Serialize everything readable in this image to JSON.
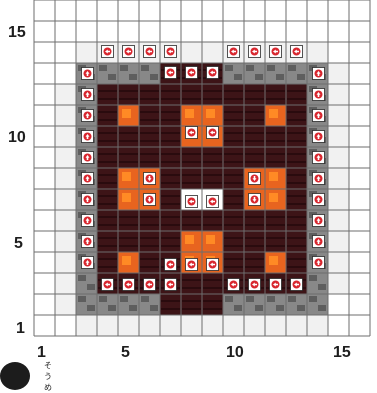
{
  "grid": {
    "x_labels": [
      "1",
      "5",
      "10",
      "15"
    ],
    "y_labels": [
      "15",
      "10",
      "5",
      "1"
    ]
  },
  "legend": {
    "furigana": "そう め"
  },
  "colors": {
    "grid_line": "#6d6d6d",
    "grid_bg": "#ffffff",
    "outer_ring": "#f1f1f1",
    "stone": "#888888",
    "stone_dark": "#5e5e5e",
    "nether": "#3d1417",
    "nether_dark": "#2a0b0e",
    "lava": "#e8641f",
    "lava_bright": "#ff8a25",
    "marker_bg": "#ffffff",
    "marker_border": "#2a2a2a",
    "marker_circle": "#d8262e"
  },
  "icons": {
    "marker_up": "arrow-up-icon",
    "marker_right": "arrow-right-icon",
    "marker_left": "arrow-left-icon",
    "marker_down": "arrow-down-icon"
  }
}
